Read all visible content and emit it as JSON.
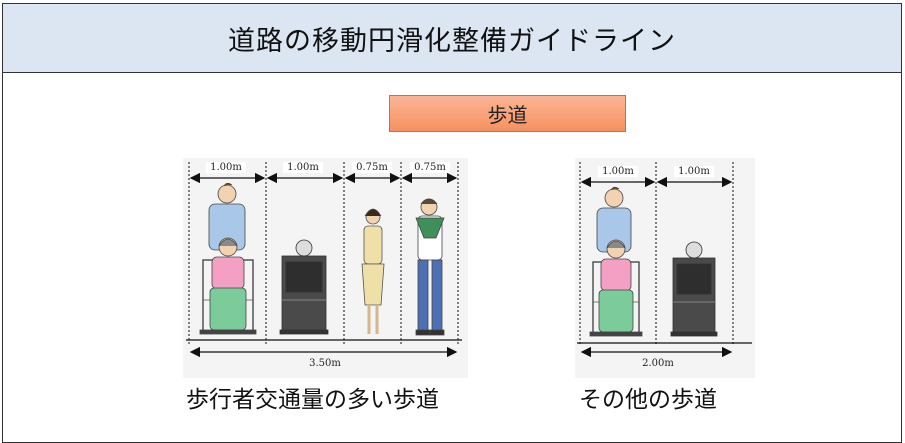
{
  "header": {
    "title": "道路の移動円滑化整備ガイドライン"
  },
  "section_tag": "歩道",
  "figures": [
    {
      "segments": [
        "1.00m",
        "1.00m",
        "0.75m",
        "0.75m"
      ],
      "total": "3.50m",
      "caption": "歩行者交通量の多い歩道"
    },
    {
      "segments": [
        "1.00m",
        "1.00m"
      ],
      "total": "2.00m",
      "caption": "その他の歩道"
    }
  ]
}
